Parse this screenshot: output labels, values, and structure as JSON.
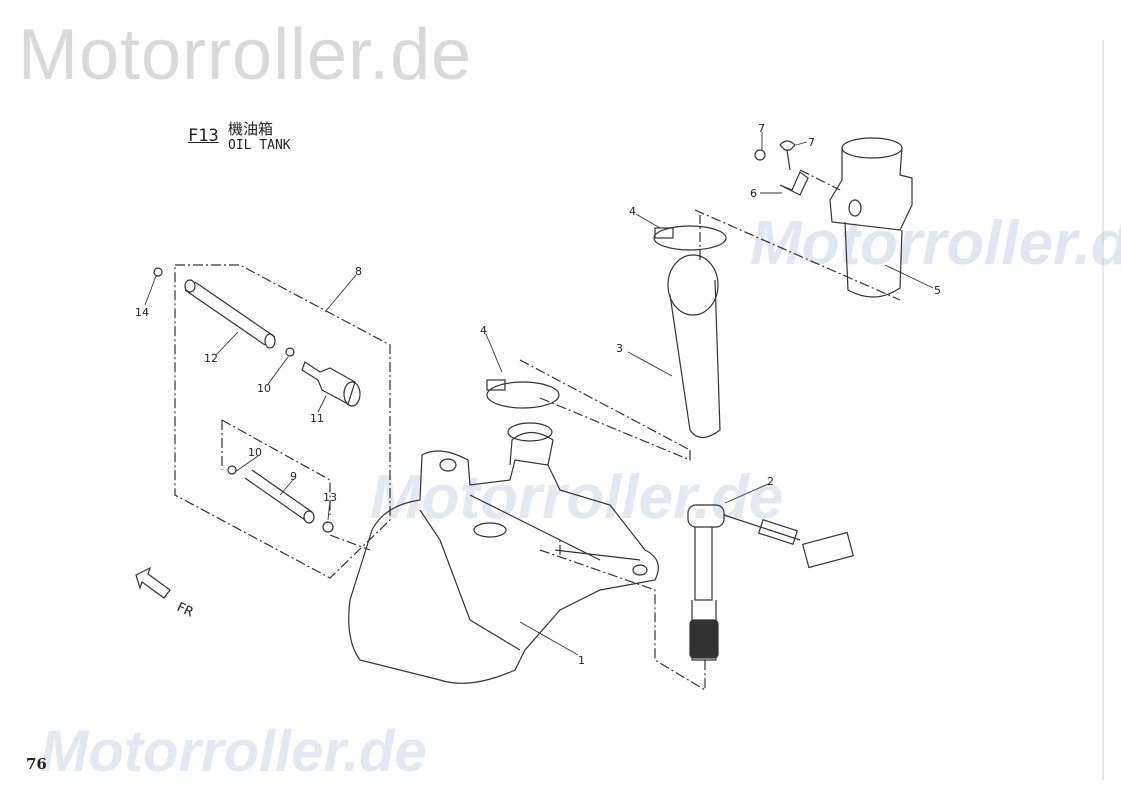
{
  "watermark": "Motorroller.de",
  "header": {
    "code": "F13",
    "title_cn": "機油箱",
    "title_en": "OIL TANK"
  },
  "page_number": "76",
  "direction_label": "FR",
  "parts": [
    {
      "num": "1"
    },
    {
      "num": "2"
    },
    {
      "num": "3"
    },
    {
      "num": "4"
    },
    {
      "num": "4"
    },
    {
      "num": "5"
    },
    {
      "num": "6"
    },
    {
      "num": "7"
    },
    {
      "num": "7"
    },
    {
      "num": "8"
    },
    {
      "num": "9"
    },
    {
      "num": "10"
    },
    {
      "num": "10"
    },
    {
      "num": "11"
    },
    {
      "num": "12"
    },
    {
      "num": "13"
    },
    {
      "num": "14"
    }
  ]
}
